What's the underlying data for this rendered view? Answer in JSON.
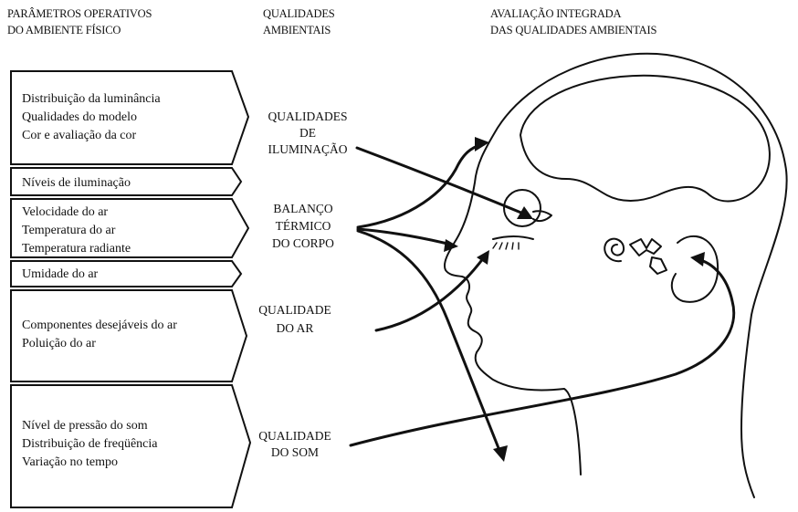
{
  "headers": {
    "params": [
      "PARÂMETROS OPERATIVOS",
      "DO AMBIENTE FÍSICO"
    ],
    "qualities": [
      "QUALIDADES",
      "AMBIENTAIS"
    ],
    "evaluation": [
      "AVALIAÇÃO INTEGRADA",
      "DAS QUALIDADES AMBIENTAIS"
    ]
  },
  "parameter_boxes": [
    {
      "lines": [
        "Distribuição da luminância",
        "Qualidades do modelo",
        "Cor e avaliação da cor"
      ]
    },
    {
      "lines": [
        "Níveis de iluminação"
      ]
    },
    {
      "lines": [
        "Velocidade do ar",
        "Temperatura do ar",
        "Temperatura radiante"
      ]
    },
    {
      "lines": [
        "Umidade do ar"
      ]
    },
    {
      "lines": [
        "Componentes desejáveis do ar",
        "Poluição do ar"
      ]
    },
    {
      "lines": [
        "Nível de pressão do som",
        "Distribuição de freqüência",
        "Variação no tempo"
      ]
    }
  ],
  "qualities": [
    {
      "lines": [
        "QUALIDADES",
        "DE",
        "ILUMINAÇÃO"
      ]
    },
    {
      "lines": [
        "BALANÇO",
        "TÉRMICO",
        "DO CORPO"
      ]
    },
    {
      "lines": [
        "QUALIDADE",
        "DO AR"
      ]
    },
    {
      "lines": [
        "QUALIDADE",
        "DO SOM"
      ]
    }
  ],
  "illustration": {
    "subject": "human-head-profile",
    "organs": [
      "brain",
      "eye",
      "ear",
      "nose-mouth"
    ],
    "colors": {
      "ink": "#111111",
      "paper": "#ffffff"
    }
  }
}
